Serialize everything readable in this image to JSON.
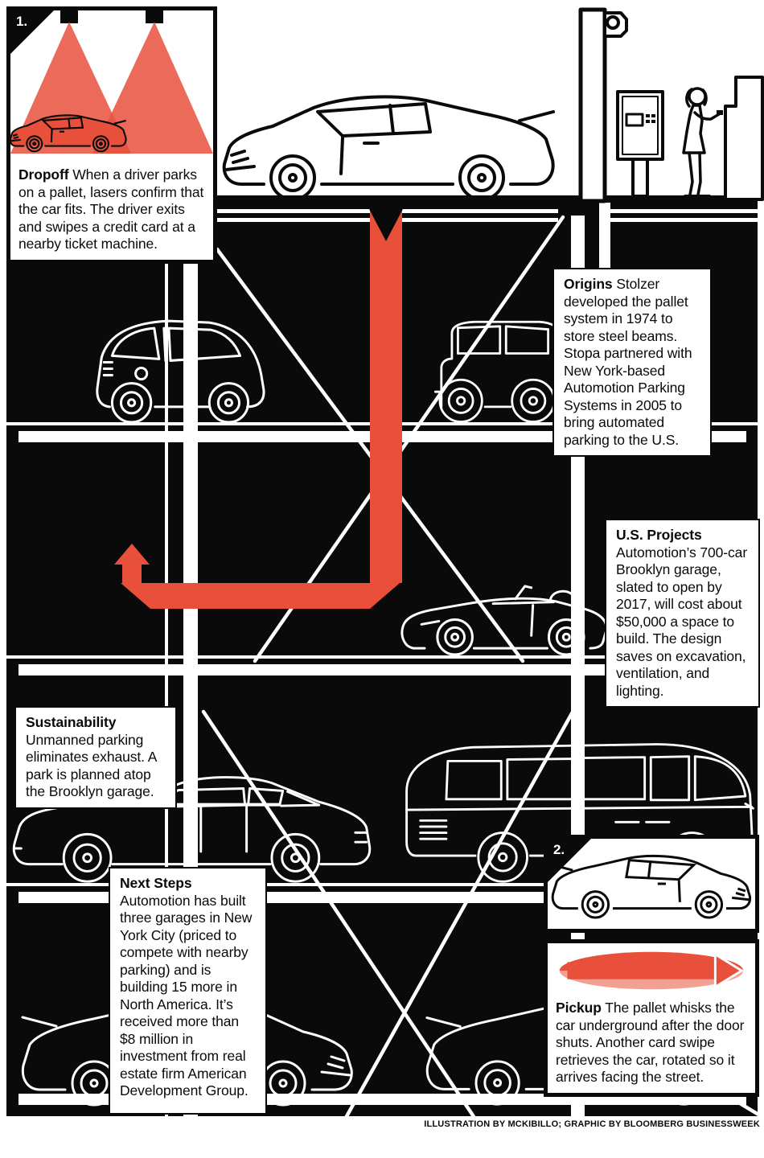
{
  "infographic": {
    "topic": "Automated pallet parking system cross-section",
    "credit": "ILLUSTRATION BY MCKIBILLO; GRAPHIC BY BLOOMBERG BUSINESSWEEK",
    "colors": {
      "accent_red": "#E8503C",
      "disc_pink": "#F2A091",
      "ink": "#0a0a0a"
    },
    "callouts": {
      "dropoff": {
        "step": "1.",
        "title": "Dropoff",
        "body": "When a driver parks on a pallet, lasers confirm that the car fits. The driver exits and swipes a credit card at a nearby ticket machine."
      },
      "origins": {
        "title": "Origins",
        "body": "Stolzer developed the pallet system in 1974 to store steel beams. Stopa partnered with New York-based Automotion Parking Systems in 2005 to bring automated parking to the U.S."
      },
      "us_projects": {
        "title": "U.S. Projects",
        "body": "Automotion’s 700-car Brooklyn garage, slated to open by 2017, will cost about $50,000 a space to build. The design saves on excavation, ventilation, and lighting."
      },
      "sustainability": {
        "title": "Sustainability",
        "body": "Unmanned parking eliminates exhaust. A park is planned atop the Brooklyn garage."
      },
      "next_steps": {
        "title": "Next Steps",
        "body": "Automotion has built three garages in New York City (priced to compete with nearby parking) and is building 15 more in North America. It’s received more than $8 million in investment from real estate firm American Development Group."
      },
      "pickup": {
        "step": "2.",
        "title": "Pickup",
        "body": "The pallet whisks the car underground after the door shuts. Another card swipe retrieves the car, rotated so it arrives facing the street."
      }
    }
  }
}
